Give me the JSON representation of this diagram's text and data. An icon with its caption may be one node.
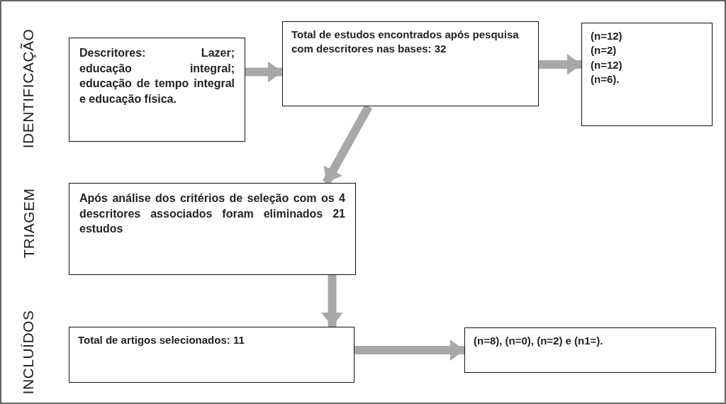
{
  "diagram": {
    "nodes": [
      {
        "text": [
          "Descritores: Lazer; educação integral; educação de tempo integral e educação física."
        ]
      },
      {
        "text": [
          "Total de estudos encontrados após pesquisa com descritores nas bases: 32"
        ]
      },
      {
        "text": [
          "(n=12)",
          "(n=2)",
          "(n=12)",
          "(n=6)."
        ]
      },
      {
        "text": [
          "Após análise dos critérios de seleção com os 4 descritores associados foram eliminados 21 estudos"
        ]
      },
      {
        "text": [
          "Total de artigos selecionados: 11"
        ]
      },
      {
        "text": [
          "(n=8), (n=0), (n=2) e (n1=)."
        ]
      }
    ],
    "edges": [
      {
        "from": 0,
        "to": 1,
        "arrow": "to"
      },
      {
        "from": 1,
        "to": 2,
        "arrow": "to"
      },
      {
        "from": 1,
        "to": 3,
        "arrow": "to"
      },
      {
        "from": 3,
        "to": 4,
        "arrow": "to"
      },
      {
        "from": 4,
        "to": 5,
        "arrow": "to"
      }
    ],
    "labels": [
      "IDENTIFICAÇÃO",
      "TRIAGEM",
      "INCLUÍDOS"
    ]
  }
}
